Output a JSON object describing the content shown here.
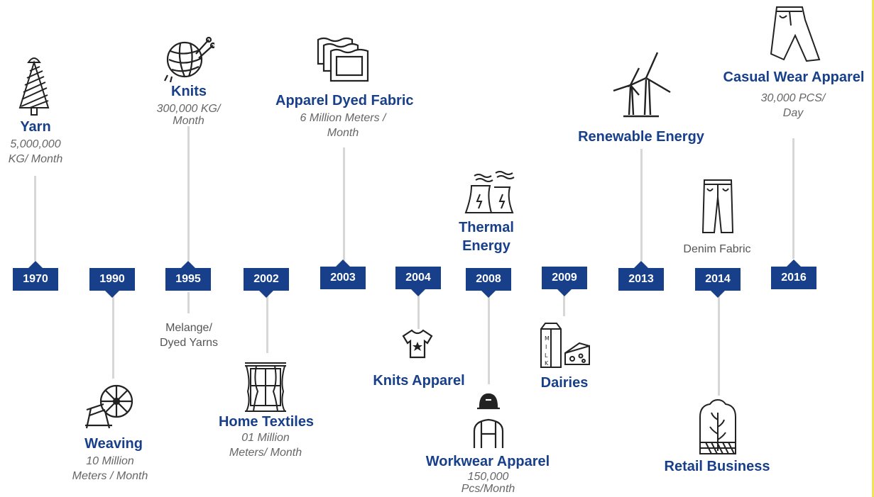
{
  "accent_color": "#173f8a",
  "line_color": "#d7d7d7",
  "milestones": [
    {
      "year": "1970",
      "title": "Yarn",
      "subtitle": "5,000,000 KG/ Month",
      "icon": "yarn-cone-icon"
    },
    {
      "year": "1990",
      "title": "Weaving",
      "subtitle": "10 Million Meters / Month",
      "icon": "spinning-wheel-icon"
    },
    {
      "year": "1995",
      "title": "Knits",
      "subtitle": "300,000 KG/ Month",
      "note": "Melange/ Dyed Yarns",
      "icon": "yarn-ball-icon"
    },
    {
      "year": "2002",
      "title": "Home Textiles",
      "subtitle": "01 Million Meters/ Month",
      "icon": "curtains-icon"
    },
    {
      "year": "2003",
      "title": "Apparel Dyed Fabric",
      "subtitle": "6 Million Meters / Month",
      "icon": "fabric-swatches-icon"
    },
    {
      "year": "2004",
      "title": "Knits Apparel",
      "icon": "tshirt-icon"
    },
    {
      "year": "2008",
      "title": "Thermal Energy",
      "title2": "Workwear Apparel",
      "subtitle2": "150,000 Pcs/Month",
      "icon": "cooling-towers-icon",
      "icon2": "worker-helmet-icon"
    },
    {
      "year": "2009",
      "title": "Dairies",
      "icon": "milk-cheese-icon"
    },
    {
      "year": "2013",
      "title": "Renewable Energy",
      "icon": "wind-turbines-icon"
    },
    {
      "year": "2014",
      "title": "Retail Business",
      "note": "Denim Fabric",
      "icon": "jeans-icon",
      "icon2": "retail-arch-icon"
    },
    {
      "year": "2016",
      "title": "Casual Wear Apparel",
      "subtitle": "30,000 PCS/ Day",
      "icon": "pants-icon"
    }
  ]
}
